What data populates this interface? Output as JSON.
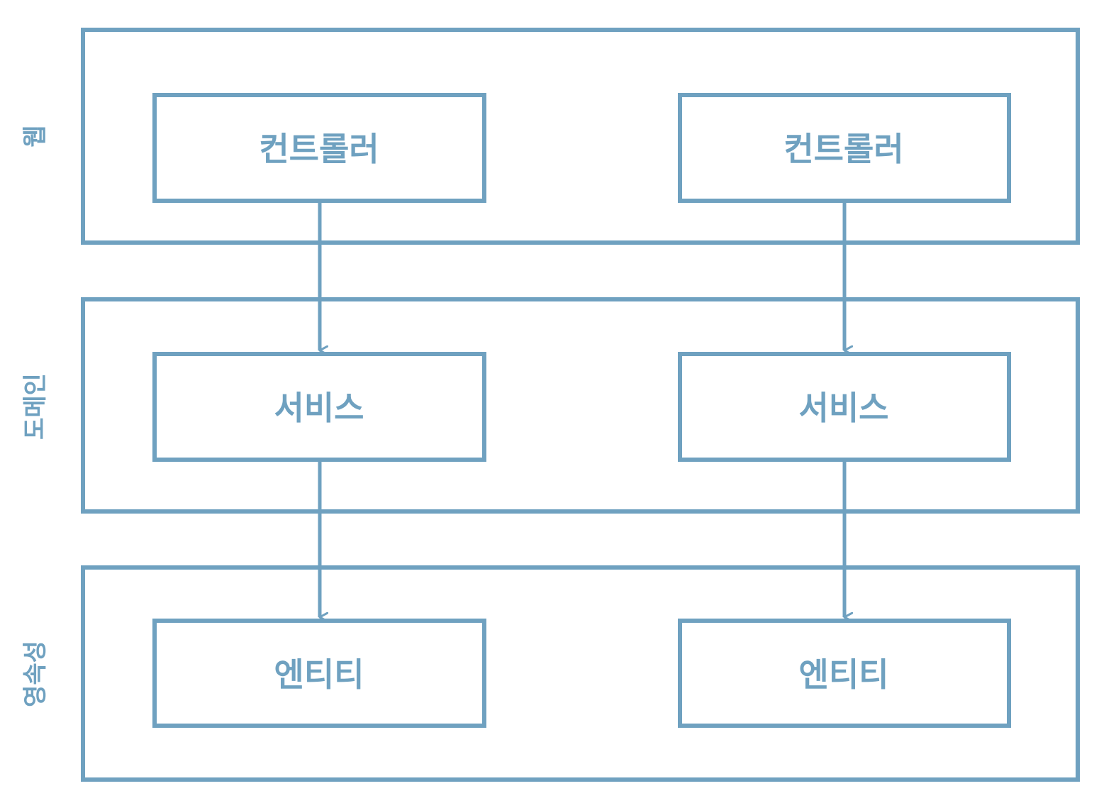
{
  "colors": {
    "stroke": "#6fa1c0",
    "text": "#6fa1c0",
    "background": "#ffffff"
  },
  "layers": [
    {
      "label": "웹"
    },
    {
      "label": "도메인"
    },
    {
      "label": "영속성"
    }
  ],
  "boxes": {
    "controller_left": "컨트롤러",
    "controller_right": "컨트롤러",
    "service_left": "서비스",
    "service_right": "서비스",
    "entity_left": "엔티티",
    "entity_right": "엔티티"
  }
}
